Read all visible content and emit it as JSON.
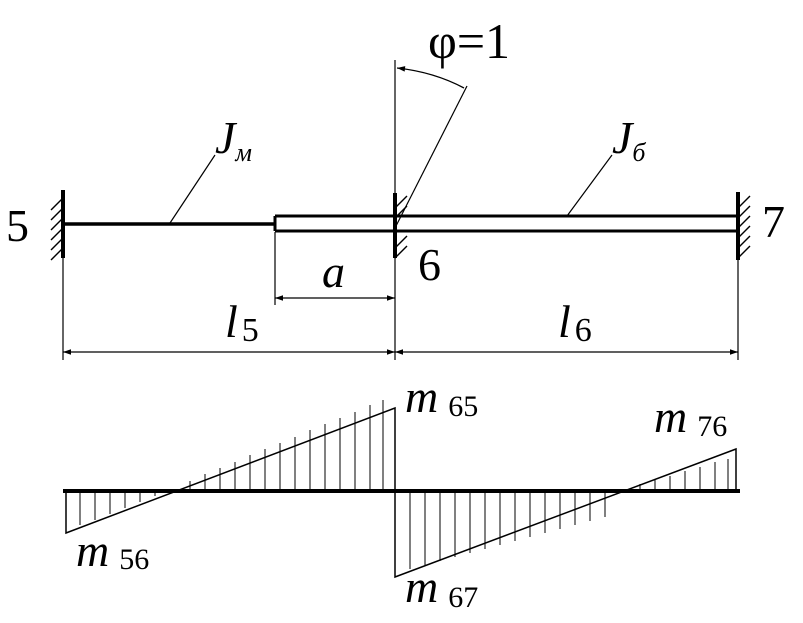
{
  "labels": {
    "node_5": "5",
    "node_6": "6",
    "node_7": "7",
    "phi": "φ=1",
    "j_small": {
      "main": "J",
      "sub": "м"
    },
    "j_large": {
      "main": "J",
      "sub": "б"
    },
    "dim_a": "a",
    "dim_l5": {
      "main": "l",
      "sub": "5"
    },
    "dim_l6": {
      "main": "l",
      "sub": "6"
    },
    "m56": {
      "main": "m",
      "sub": "56"
    },
    "m65": {
      "main": "m",
      "sub": "65"
    },
    "m67": {
      "main": "m",
      "sub": "67"
    },
    "m76": {
      "main": "m",
      "sub": "76"
    }
  }
}
